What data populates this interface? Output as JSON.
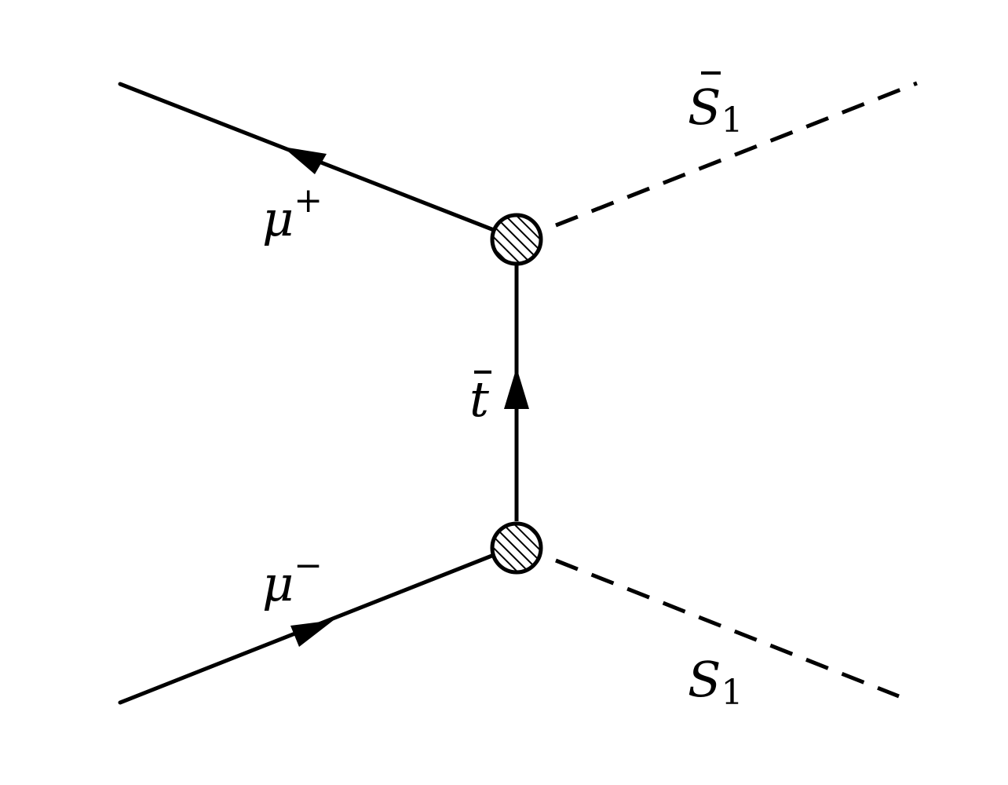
{
  "diagram": {
    "type": "feynman-diagram",
    "particles": {
      "mu_plus": {
        "symbol": "μ",
        "charge": "+"
      },
      "mu_minus": {
        "symbol": "μ",
        "charge": "−"
      },
      "top_antiquark": {
        "symbol": "t",
        "bar": true
      },
      "s1_bar": {
        "symbol": "S",
        "subscript": "1",
        "bar": true
      },
      "s1": {
        "symbol": "S",
        "subscript": "1"
      }
    },
    "line_styles": {
      "fermion": "solid",
      "scalar": "dashed"
    },
    "vertex_style": "hatched-circle",
    "colors": {
      "line": "#000000",
      "background": "#ffffff"
    }
  }
}
